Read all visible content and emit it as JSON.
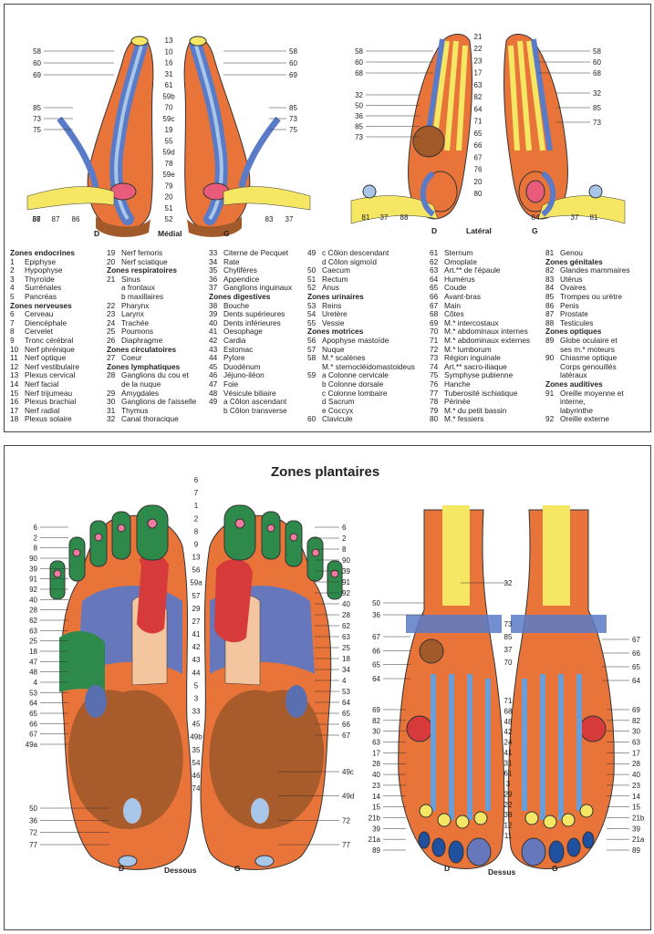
{
  "top": {
    "medial_caption": "Médial",
    "lateral_caption": "Latéral",
    "D": "D",
    "G": "G",
    "medial_left_labels": [
      "58",
      "60",
      "69",
      "85",
      "73",
      "75"
    ],
    "medial_center_labels": [
      "13",
      "10",
      "16",
      "31",
      "61",
      "59b",
      "70",
      "59c",
      "19",
      "55",
      "59d",
      "78",
      "59e",
      "79",
      "20",
      "51",
      "52"
    ],
    "medial_right_labels": [
      "58",
      "60",
      "69",
      "85",
      "73",
      "75"
    ],
    "medial_bottom_labels": [
      "37",
      "87",
      "86",
      "83",
      "37"
    ],
    "lateral_left_labels": [
      "58",
      "60",
      "68",
      "32",
      "50",
      "36",
      "85",
      "73"
    ],
    "lateral_center_labels": [
      "21",
      "22",
      "23",
      "17",
      "63",
      "82",
      "64",
      "71",
      "65",
      "66",
      "67",
      "76",
      "20",
      "80"
    ],
    "lateral_right_labels": [
      "58",
      "60",
      "68",
      "32",
      "85",
      "73"
    ],
    "lateral_bottom_labels": [
      "81",
      "37",
      "88",
      "84",
      "37",
      "81"
    ]
  },
  "legend": {
    "col1": [
      {
        "h": "Zones endocrines"
      },
      {
        "n": "1",
        "t": "Epiphyse"
      },
      {
        "n": "2",
        "t": "Hypophyse"
      },
      {
        "n": "3",
        "t": "Thyroïde"
      },
      {
        "n": "4",
        "t": "Surrénales"
      },
      {
        "n": "5",
        "t": "Pancréas"
      },
      {
        "h": "Zones nerveuses"
      },
      {
        "n": "6",
        "t": "Cerveau"
      },
      {
        "n": "7",
        "t": "Diencéphale"
      },
      {
        "n": "8",
        "t": "Cervelet"
      },
      {
        "n": "9",
        "t": "Tronc cérébral"
      },
      {
        "n": "10",
        "t": "Nerf phrénique"
      },
      {
        "n": "11",
        "t": "Nerf optique"
      },
      {
        "n": "12",
        "t": "Nerf vestibulaire"
      },
      {
        "n": "13",
        "t": "Plexus cervical"
      },
      {
        "n": "14",
        "t": "Nerf facial"
      },
      {
        "n": "15",
        "t": "Nerf trijumeau"
      },
      {
        "n": "16",
        "t": "Plexus brachial"
      },
      {
        "n": "17",
        "t": "Nerf radial"
      },
      {
        "n": "18",
        "t": "Plexus solaire"
      }
    ],
    "col2": [
      {
        "n": "19",
        "t": "Nerf femoris"
      },
      {
        "n": "20",
        "t": "Nerf sciatique"
      },
      {
        "h": "Zones respiratoires"
      },
      {
        "n": "21",
        "t": "Sinus"
      },
      {
        "s": "a frontaux"
      },
      {
        "s": "b maxillaires"
      },
      {
        "n": "22",
        "t": "Pharynx"
      },
      {
        "n": "23",
        "t": "Larynx"
      },
      {
        "n": "24",
        "t": "Trachée"
      },
      {
        "n": "25",
        "t": "Poumons"
      },
      {
        "n": "26",
        "t": "Diaphragme"
      },
      {
        "h": "Zones circulatoires"
      },
      {
        "n": "27",
        "t": "Coeur"
      },
      {
        "h": "Zones lymphatiques"
      },
      {
        "n": "28",
        "t": "Ganglions du cou et"
      },
      {
        "s": "de la nuque"
      },
      {
        "n": "29",
        "t": "Amygdales"
      },
      {
        "n": "30",
        "t": "Ganglions de l'aisselle"
      },
      {
        "n": "31",
        "t": "Thymus"
      },
      {
        "n": "32",
        "t": "Canal thoracique"
      }
    ],
    "col3": [
      {
        "n": "33",
        "t": "Citerne de Pecquet"
      },
      {
        "n": "34",
        "t": "Rate"
      },
      {
        "n": "35",
        "t": "Chylifères"
      },
      {
        "n": "36",
        "t": "Appendice"
      },
      {
        "n": "37",
        "t": "Ganglions inguinaux"
      },
      {
        "h": "Zones digestives"
      },
      {
        "n": "38",
        "t": "Bouche"
      },
      {
        "n": "39",
        "t": "Dents supérieures"
      },
      {
        "n": "40",
        "t": "Dents inférieures"
      },
      {
        "n": "41",
        "t": "Oesophage"
      },
      {
        "n": "42",
        "t": "Cardia"
      },
      {
        "n": "43",
        "t": "Estomac"
      },
      {
        "n": "44",
        "t": "Pylore"
      },
      {
        "n": "45",
        "t": "Duodénum"
      },
      {
        "n": "46",
        "t": "Jéjuno-iléon"
      },
      {
        "n": "47",
        "t": "Foie"
      },
      {
        "n": "48",
        "t": "Vésicule biliaire"
      },
      {
        "n": "49",
        "t": "a Côlon ascendant"
      },
      {
        "s": "b Côlon transverse"
      }
    ],
    "col4": [
      {
        "n": "49",
        "t": "c Côlon descendant"
      },
      {
        "s": "d Côlon sigmoïd"
      },
      {
        "n": "50",
        "t": "Caecum"
      },
      {
        "n": "51",
        "t": "Rectum"
      },
      {
        "n": "52",
        "t": "Anus"
      },
      {
        "h": "Zones urinaires"
      },
      {
        "n": "53",
        "t": "Reins"
      },
      {
        "n": "54",
        "t": "Uretère"
      },
      {
        "n": "55",
        "t": "Vessie"
      },
      {
        "h": "Zones motrices"
      },
      {
        "n": "56",
        "t": "Apophyse mastoïde"
      },
      {
        "n": "57",
        "t": "Nuque"
      },
      {
        "n": "58",
        "t": "M.* scalènes"
      },
      {
        "s": "M.* sternocléidomastoideus"
      },
      {
        "n": "59",
        "t": "a Colonne cervicale"
      },
      {
        "s": "b Colonne dorsale"
      },
      {
        "s": "c Colonne lombaire"
      },
      {
        "s": "d Sacrum"
      },
      {
        "s": "e Coccyx"
      },
      {
        "n": "60",
        "t": "Clavicule"
      }
    ],
    "col5": [
      {
        "n": "61",
        "t": "Sternum"
      },
      {
        "n": "62",
        "t": "Omoplate"
      },
      {
        "n": "63",
        "t": "Art.** de l'épaule"
      },
      {
        "n": "64",
        "t": "Humérus"
      },
      {
        "n": "65",
        "t": "Coude"
      },
      {
        "n": "66",
        "t": "Avant-bras"
      },
      {
        "n": "67",
        "t": "Main"
      },
      {
        "n": "68",
        "t": "Côtes"
      },
      {
        "n": "69",
        "t": "M.* intercostaux"
      },
      {
        "n": "70",
        "t": "M.* abdominaux internes"
      },
      {
        "n": "71",
        "t": "M.* abdominaux externes"
      },
      {
        "n": "72",
        "t": "M.* lumborum"
      },
      {
        "n": "73",
        "t": "Région inguinale"
      },
      {
        "n": "74",
        "t": "Art.** sacro-iliaque"
      },
      {
        "n": "75",
        "t": "Symphyse pubienne"
      },
      {
        "n": "76",
        "t": "Hanche"
      },
      {
        "n": "77",
        "t": "Tuberosité ischiatique"
      },
      {
        "n": "78",
        "t": "Périnée"
      },
      {
        "n": "79",
        "t": "M.* du petit bassin"
      },
      {
        "n": "80",
        "t": "M.* fessiers"
      }
    ],
    "col6": [
      {
        "n": "81",
        "t": "Genou"
      },
      {
        "h": "Zones génitales"
      },
      {
        "n": "82",
        "t": "Glandes mammaires"
      },
      {
        "n": "83",
        "t": "Utérus"
      },
      {
        "n": "84",
        "t": "Ovaires"
      },
      {
        "n": "85",
        "t": "Trompes ou urètre"
      },
      {
        "n": "86",
        "t": "Penis"
      },
      {
        "n": "87",
        "t": "Prostate"
      },
      {
        "n": "88",
        "t": "Testicules"
      },
      {
        "h": "Zones optiques"
      },
      {
        "n": "89",
        "t": "Globe oculaire et"
      },
      {
        "s": "ses m.* moteurs"
      },
      {
        "n": "90",
        "t": "Chiasme optique"
      },
      {
        "s": "Corps genouillés"
      },
      {
        "s": "latéraux"
      },
      {
        "h": "Zones auditives"
      },
      {
        "n": "91",
        "t": "Oreille moyenne et"
      },
      {
        "s": "interne,"
      },
      {
        "s": "labyrinthe"
      },
      {
        "n": "92",
        "t": "Oreille externe"
      }
    ]
  },
  "bottom": {
    "title": "Zones plantaires",
    "dessous_caption": "Dessous",
    "dessus_caption": "Dessus",
    "D": "D",
    "G": "G",
    "plantar_center_labels": [
      "6",
      "7",
      "1",
      "2",
      "8",
      "9",
      "13",
      "56",
      "59a",
      "57",
      "29",
      "27",
      "41",
      "42",
      "43",
      "44",
      "5",
      "3",
      "33",
      "45",
      "49b",
      "35",
      "54",
      "46",
      "74"
    ],
    "plantar_left_labels": [
      "6",
      "2",
      "8",
      "90",
      "39",
      "91",
      "92",
      "40",
      "28",
      "62",
      "63",
      "25",
      "18",
      "47",
      "48",
      "4",
      "53",
      "64",
      "65",
      "66",
      "67",
      "49a",
      "50",
      "36",
      "72",
      "77"
    ],
    "plantar_right_labels": [
      "6",
      "2",
      "8",
      "90",
      "39",
      "91",
      "92",
      "40",
      "28",
      "62",
      "63",
      "25",
      "18",
      "34",
      "4",
      "53",
      "64",
      "65",
      "66",
      "67",
      "49c",
      "49d",
      "72",
      "77"
    ],
    "dorsal_center_labels": [
      "32",
      "73",
      "85",
      "37",
      "70",
      "71",
      "68",
      "48",
      "42",
      "24",
      "41",
      "31",
      "61",
      "3",
      "29",
      "22",
      "38",
      "12",
      "11"
    ],
    "dorsal_left_labels": [
      "50",
      "36",
      "67",
      "66",
      "65",
      "64",
      "69",
      "82",
      "30",
      "63",
      "17",
      "28",
      "40",
      "23",
      "14",
      "15",
      "21b",
      "39",
      "21a",
      "89"
    ],
    "dorsal_right_labels": [
      "67",
      "66",
      "65",
      "64",
      "69",
      "82",
      "30",
      "63",
      "17",
      "28",
      "40",
      "23",
      "14",
      "15",
      "21b",
      "39",
      "21a",
      "89"
    ]
  }
}
